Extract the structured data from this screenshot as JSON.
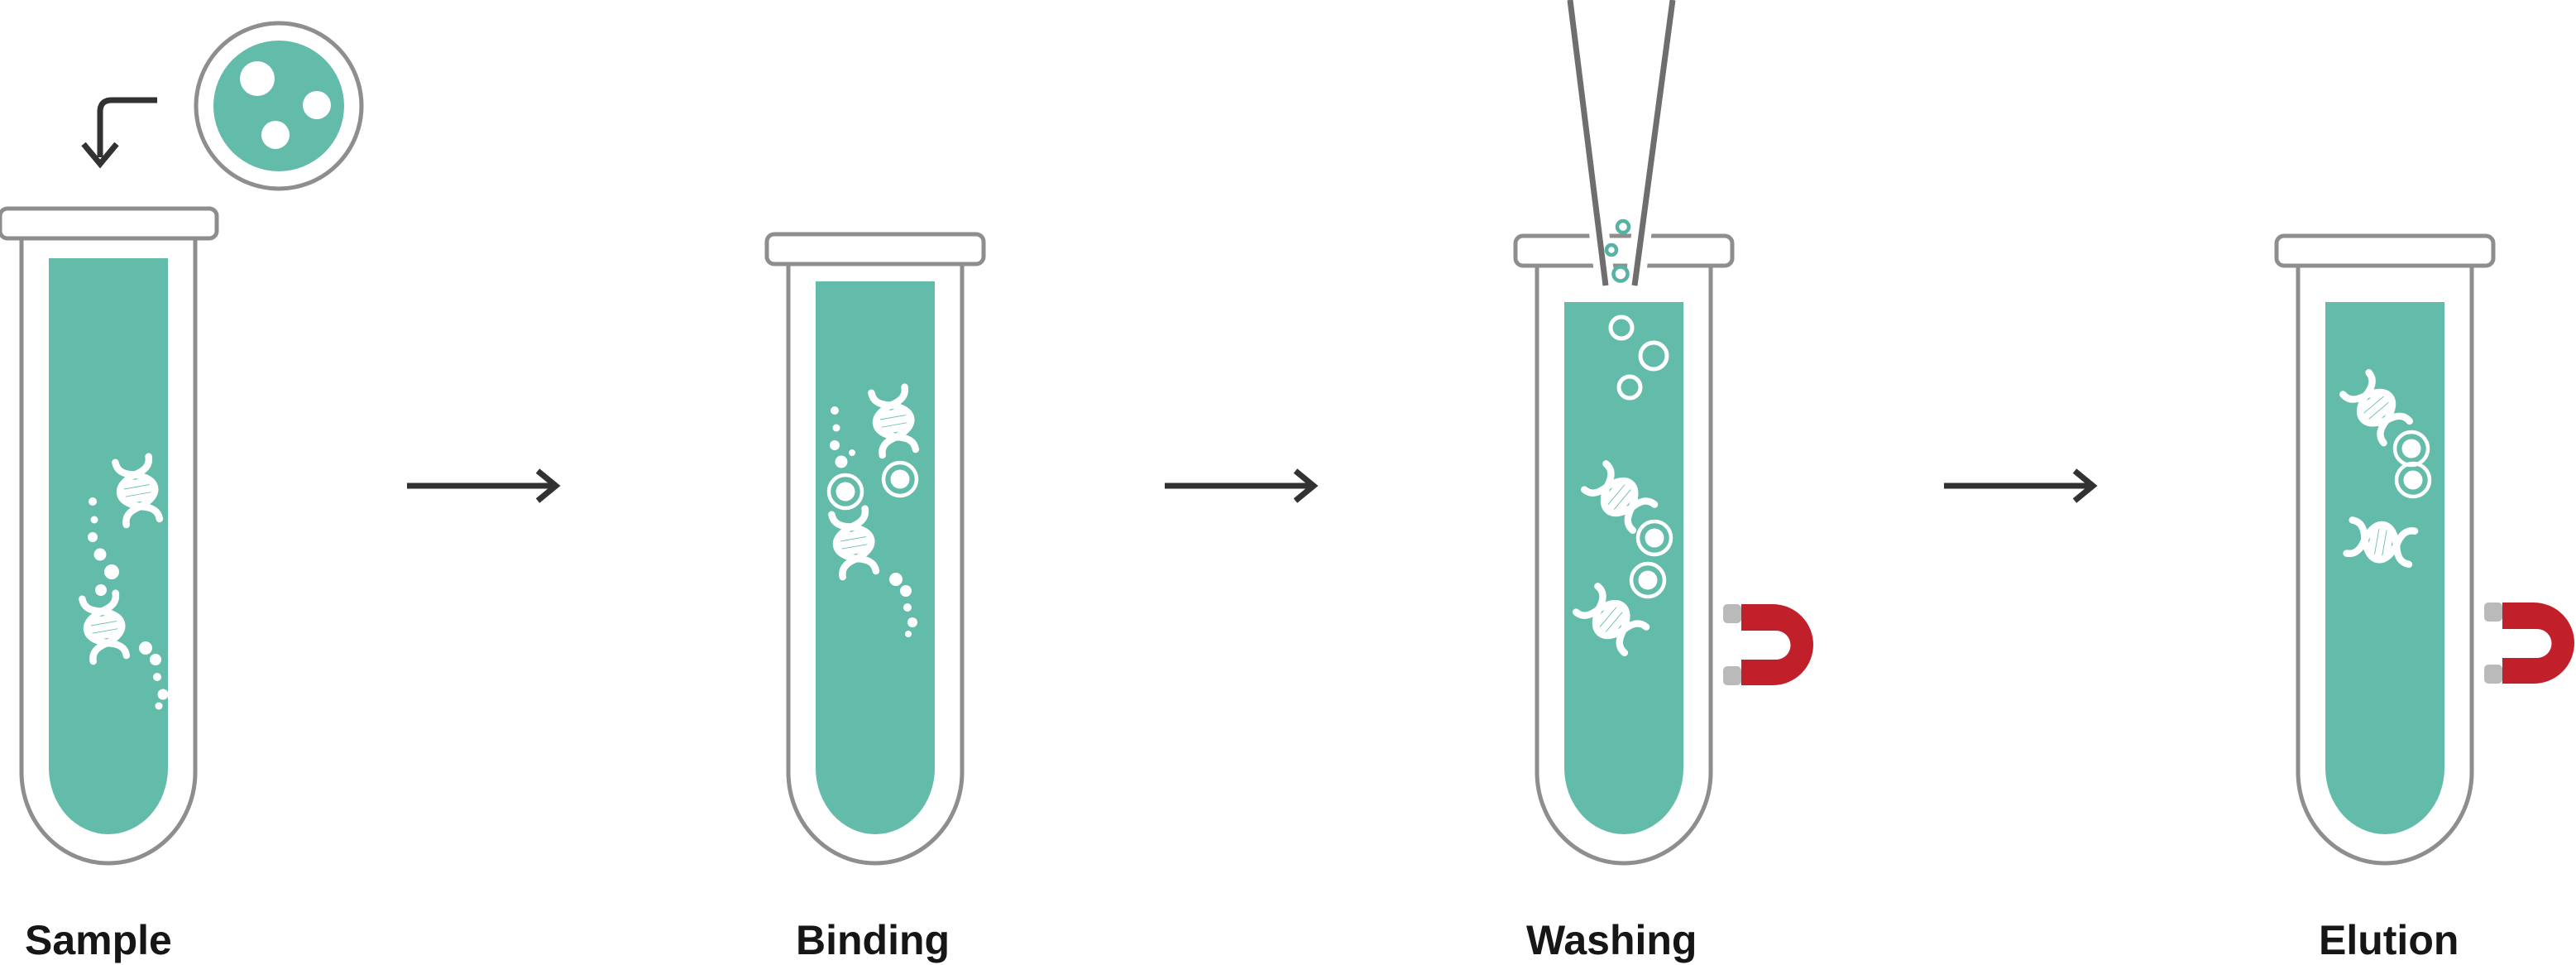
{
  "diagram": {
    "kind": "magnetic-bead nucleic-acid purification workflow",
    "steps": [
      {
        "label": "Sample",
        "icons": [
          "test-tube",
          "dna-icon",
          "debris-dots",
          "inlet-arrow-icon",
          "beads-closeup-circle"
        ]
      },
      {
        "label": "Binding",
        "icons": [
          "test-tube",
          "dna-icon",
          "bead-ring-icon",
          "debris-dots"
        ]
      },
      {
        "label": "Washing",
        "icons": [
          "test-tube",
          "pipette-tip-icon",
          "droplet-bubbles",
          "dna-icon",
          "bead-ring-icon",
          "magnet-icon"
        ]
      },
      {
        "label": "Elution",
        "icons": [
          "test-tube",
          "dna-icon",
          "bead-ring-icon",
          "magnet-icon"
        ]
      }
    ],
    "flow_arrow_count": 3,
    "colors": {
      "liquid_teal": "#63BBA9",
      "tube_outline_gray": "#8E8E8E",
      "pipette_gray": "#6E6E6E",
      "arrow_dark": "#323232",
      "label_black": "#161616",
      "magnet_red": "#C1202B",
      "magnet_pole_gray": "#BABABA",
      "droplet_teal": "#56B3A3",
      "content_white": "#FFFFFF"
    }
  }
}
